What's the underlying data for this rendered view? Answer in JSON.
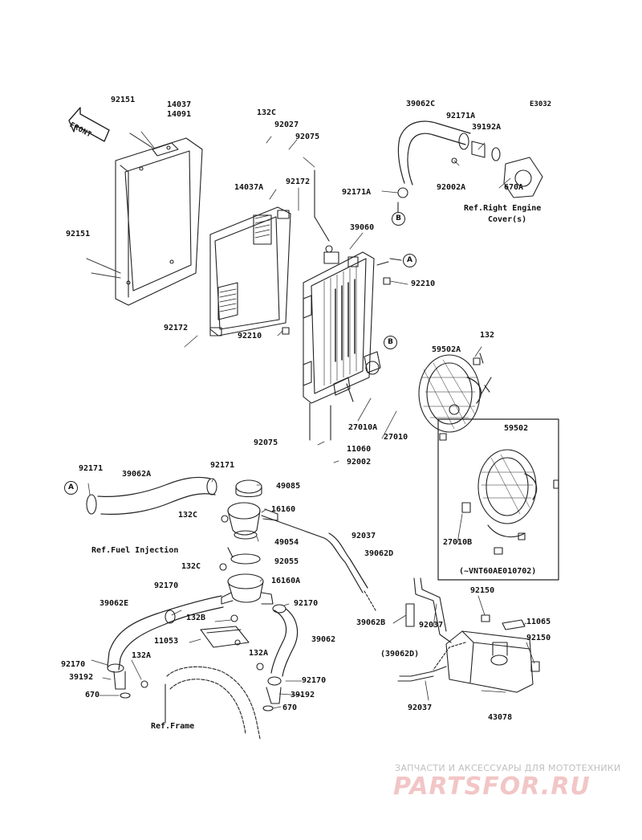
{
  "diagram_code": "E3032",
  "front_label": "FRONT",
  "callouts": {
    "A": "A",
    "B": "B"
  },
  "parts": {
    "p92151_top": "92151",
    "p14037": "14037",
    "p14091": "14091",
    "p132C_top": "132C",
    "p92027": "92027",
    "p92075_top": "92075",
    "p39062C": "39062C",
    "p92171A_top": "92171A",
    "p39192A": "39192A",
    "p92002A": "92002A",
    "p670A": "670A",
    "p92171A": "92171A",
    "p14037A": "14037A",
    "p92172_top": "92172",
    "p92151_mid": "92151",
    "p39060": "39060",
    "p92210_right": "92210",
    "p92172_left": "92172",
    "p92210_left": "92210",
    "p132_fan": "132",
    "p59502A": "59502A",
    "p27010A": "27010A",
    "p27010": "27010",
    "p92075_bot": "92075",
    "p11060": "11060",
    "p92002": "92002",
    "p59502": "59502",
    "p27010B": "27010B",
    "p92171_left": "92171",
    "p39062A": "39062A",
    "p92171_mid": "92171",
    "p49085": "49085",
    "p132C_mid": "132C",
    "p16160": "16160",
    "p49054": "49054",
    "p92037_top": "92037",
    "p39062D": "39062D",
    "p92055": "92055",
    "p132C_low": "132C",
    "p16160A": "16160A",
    "p92170_left": "92170",
    "p92170_right": "92170",
    "p39062E": "39062E",
    "p132B": "132B",
    "p11053": "11053",
    "p39062": "39062",
    "p92170_low": "92170",
    "p132A_left": "132A",
    "p39192_left": "39192",
    "p670_left": "670",
    "p132A_right": "132A",
    "p92170_bot": "92170",
    "p39192_right": "39192",
    "p670_right": "670",
    "p92150_top": "92150",
    "p11065": "11065",
    "p92150_bot": "92150",
    "p39062B": "39062B",
    "p92037_mid": "92037",
    "p39062D_paren": "(39062D)",
    "p92037_bot": "92037",
    "p43078": "43078"
  },
  "references": {
    "ref_engine_cover": "Ref.Right Engine",
    "ref_engine_cover_2": "Cover(s)",
    "ref_fuel_injection": "Ref.Fuel Injection",
    "ref_frame": "Ref.Frame",
    "serial_note": "(~VNT60AE010702)"
  },
  "watermark": {
    "line1": "ЗАПЧАСТИ И АКСЕССУАРЫ ДЛЯ МОТОТЕХНИКИ",
    "line2": "PARTSFOR.RU"
  }
}
